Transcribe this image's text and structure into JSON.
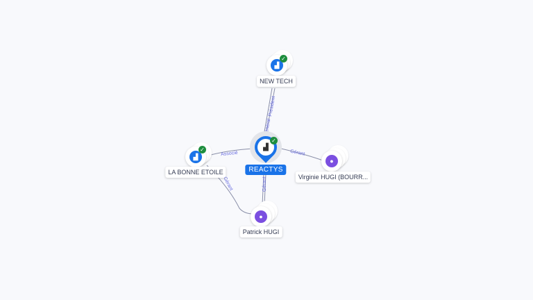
{
  "nodes": {
    "center": {
      "label": "REACTYS",
      "icon": "building-icon"
    },
    "new_tech": {
      "label": "NEW TECH",
      "icon": "building-icon"
    },
    "bonne_etoile": {
      "label": "LA BONNE ETOILE",
      "icon": "building-icon"
    },
    "virginie": {
      "label": "Virginie HUGI (BOURR...",
      "icon": "person-icon"
    },
    "patrick": {
      "label": "Patrick HUGI",
      "icon": "person-icon"
    }
  },
  "edges": {
    "president": "Président",
    "general": "Général",
    "associe": "Associé",
    "gerant_virginie": "Gérant",
    "gerant_patrick": "Gérant",
    "gerant_etoile": "Gérant"
  },
  "colors": {
    "company": "#1a73e8",
    "person": "#7b4fe0",
    "check": "#1e8e3e",
    "edge_label": "#6a6ee0"
  }
}
